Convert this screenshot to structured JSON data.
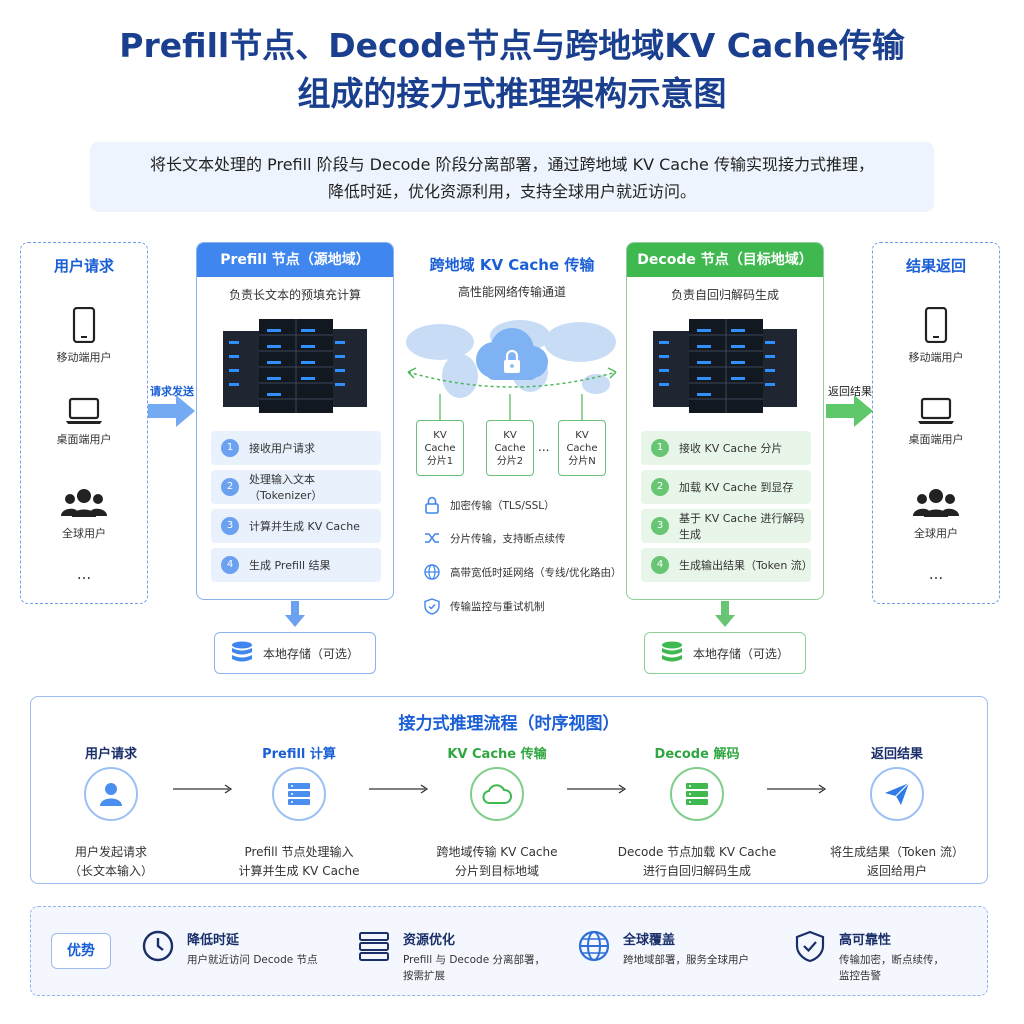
{
  "title": {
    "line1": "Prefill节点、Decode节点与跨地域KV Cache传输",
    "line2": "组成的接力式推理架构示意图"
  },
  "subtitle": {
    "line1": "将长文本处理的 Prefill 阶段与 Decode 阶段分离部署，通过跨地域 KV Cache 传输实现接力式推理，",
    "line2": "降低时延，优化资源利用，支持全球用户就近访问。"
  },
  "user_request": {
    "title": "用户请求",
    "items": [
      "移动端用户",
      "桌面端用户",
      "全球用户"
    ],
    "more": "..."
  },
  "result_return": {
    "title": "结果返回",
    "items": [
      "移动端用户",
      "桌面端用户",
      "全球用户"
    ],
    "more": "..."
  },
  "arrows": {
    "request_label": "请求发送",
    "return_label": "返回结果"
  },
  "prefill": {
    "title": "Prefill 节点（源地域）",
    "desc": "负责长文本的预填充计算",
    "steps": [
      {
        "num": "1",
        "label": "接收用户请求"
      },
      {
        "num": "2",
        "label": "处理输入文本（Tokenizer）"
      },
      {
        "num": "3",
        "label": "计算并生成 KV Cache"
      },
      {
        "num": "4",
        "label": "生成 Prefill 结果"
      }
    ],
    "storage": "本地存储（可选）"
  },
  "decode": {
    "title": "Decode 节点（目标地域）",
    "desc": "负责自回归解码生成",
    "steps": [
      {
        "num": "1",
        "label": "接收 KV Cache 分片"
      },
      {
        "num": "2",
        "label": "加载 KV Cache 到显存"
      },
      {
        "num": "3",
        "label": "基于 KV Cache 进行解码生成"
      },
      {
        "num": "4",
        "label": "生成输出结果（Token 流）"
      }
    ],
    "storage": "本地存储（可选）"
  },
  "transfer": {
    "title": "跨地域 KV Cache 传输",
    "subtitle": "高性能网络传输通道",
    "chunks": [
      {
        "l1": "KV",
        "l2": "Cache",
        "l3": "分片1"
      },
      {
        "l1": "KV",
        "l2": "Cache",
        "l3": "分片2"
      },
      {
        "l1": "KV",
        "l2": "Cache",
        "l3": "分片N"
      }
    ],
    "chunk_ellipsis": "...",
    "features": [
      "加密传输（TLS/SSL）",
      "分片传输，支持断点续传",
      "高带宽低时延网络（专线/优化路由）",
      "传输监控与重试机制"
    ]
  },
  "flow": {
    "title": "接力式推理流程（时序视图）",
    "steps": [
      {
        "label": "用户请求",
        "desc1": "用户发起请求",
        "desc2": "（长文本输入）",
        "color": "#1a2f6a"
      },
      {
        "label": "Prefill 计算",
        "desc1": "Prefill 节点处理输入",
        "desc2": "计算并生成 KV Cache",
        "color": "#1b5fd6"
      },
      {
        "label": "KV Cache 传输",
        "desc1": "跨地域传输 KV Cache",
        "desc2": "分片到目标地域",
        "color": "#2fa640"
      },
      {
        "label": "Decode 解码",
        "desc1": "Decode 节点加载 KV Cache",
        "desc2": "进行自回归解码生成",
        "color": "#2fa640"
      },
      {
        "label": "返回结果",
        "desc1": "将生成结果（Token 流）",
        "desc2": "返回给用户",
        "color": "#1a2f6a"
      }
    ]
  },
  "advantages": {
    "tag": "优势",
    "items": [
      {
        "title": "降低时延",
        "d1": "用户就近访问 Decode 节点",
        "d2": ""
      },
      {
        "title": "资源优化",
        "d1": "Prefill 与 Decode 分离部署，",
        "d2": "按需扩展"
      },
      {
        "title": "全球覆盖",
        "d1": "跨地域部署，服务全球用户",
        "d2": ""
      },
      {
        "title": "高可靠性",
        "d1": "传输加密，断点续传，",
        "d2": "监控告警"
      }
    ]
  },
  "colors": {
    "blue": "#3f86ee",
    "green": "#3fb94f",
    "title": "#1a3f8f"
  }
}
